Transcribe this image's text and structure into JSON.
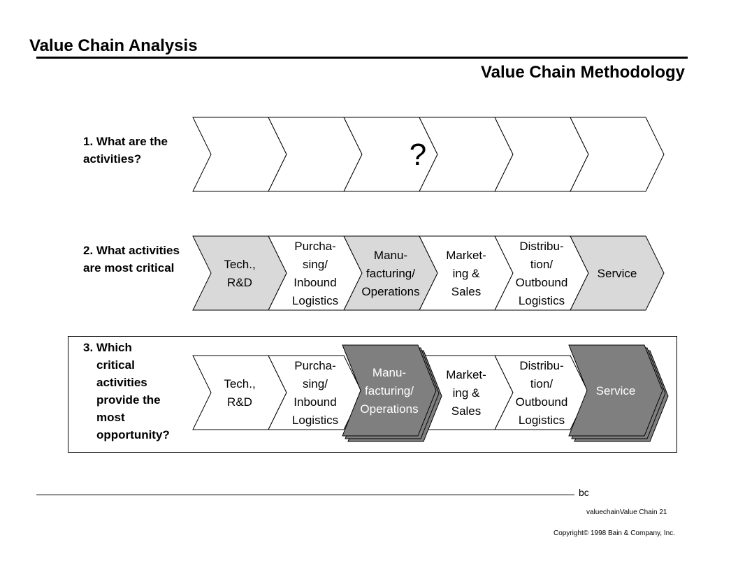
{
  "header": {
    "title": "Value Chain Analysis",
    "subtitle": "Value Chain Methodology"
  },
  "rows": [
    {
      "question": "1. What are the activities?",
      "unknown_mark": "?",
      "labels": [
        "",
        "",
        "",
        "",
        "",
        ""
      ]
    },
    {
      "question": "2. What activities are most critical",
      "labels": [
        [
          "Tech.,",
          "R&D"
        ],
        [
          "Purcha-",
          "sing/",
          "Inbound",
          "Logistics"
        ],
        [
          "Manu-",
          "facturing/",
          "Operations"
        ],
        [
          "Market-",
          "ing &",
          "Sales"
        ],
        [
          "Distribu-",
          "tion/",
          "Outbound",
          "Logistics"
        ],
        [
          "Service"
        ]
      ],
      "highlighted": [
        true,
        false,
        true,
        false,
        false,
        true
      ]
    },
    {
      "question_lines": [
        "3.  Which",
        "critical",
        "activities",
        "provide the",
        "most",
        "opportunity?"
      ],
      "labels": [
        [
          "Tech.,",
          "R&D"
        ],
        [
          "Purcha-",
          "sing/",
          "Inbound",
          "Logistics"
        ],
        [
          "Manu-",
          "facturing/",
          "Operations"
        ],
        [
          "Market-",
          "ing &",
          "Sales"
        ],
        [
          "Distribu-",
          "tion/",
          "Outbound",
          "Logistics"
        ],
        [
          "Service"
        ]
      ],
      "highlighted": [
        false,
        false,
        true,
        false,
        false,
        true
      ]
    }
  ],
  "colors": {
    "light_highlight": "#d9d9d9",
    "dark_highlight": "#7f7f7f",
    "plain": "#ffffff"
  },
  "footer": {
    "mark": "bc",
    "file_ref": "valuechainValue Chain  21",
    "copyright": "Copyright© 1998 Bain & Company, Inc."
  }
}
